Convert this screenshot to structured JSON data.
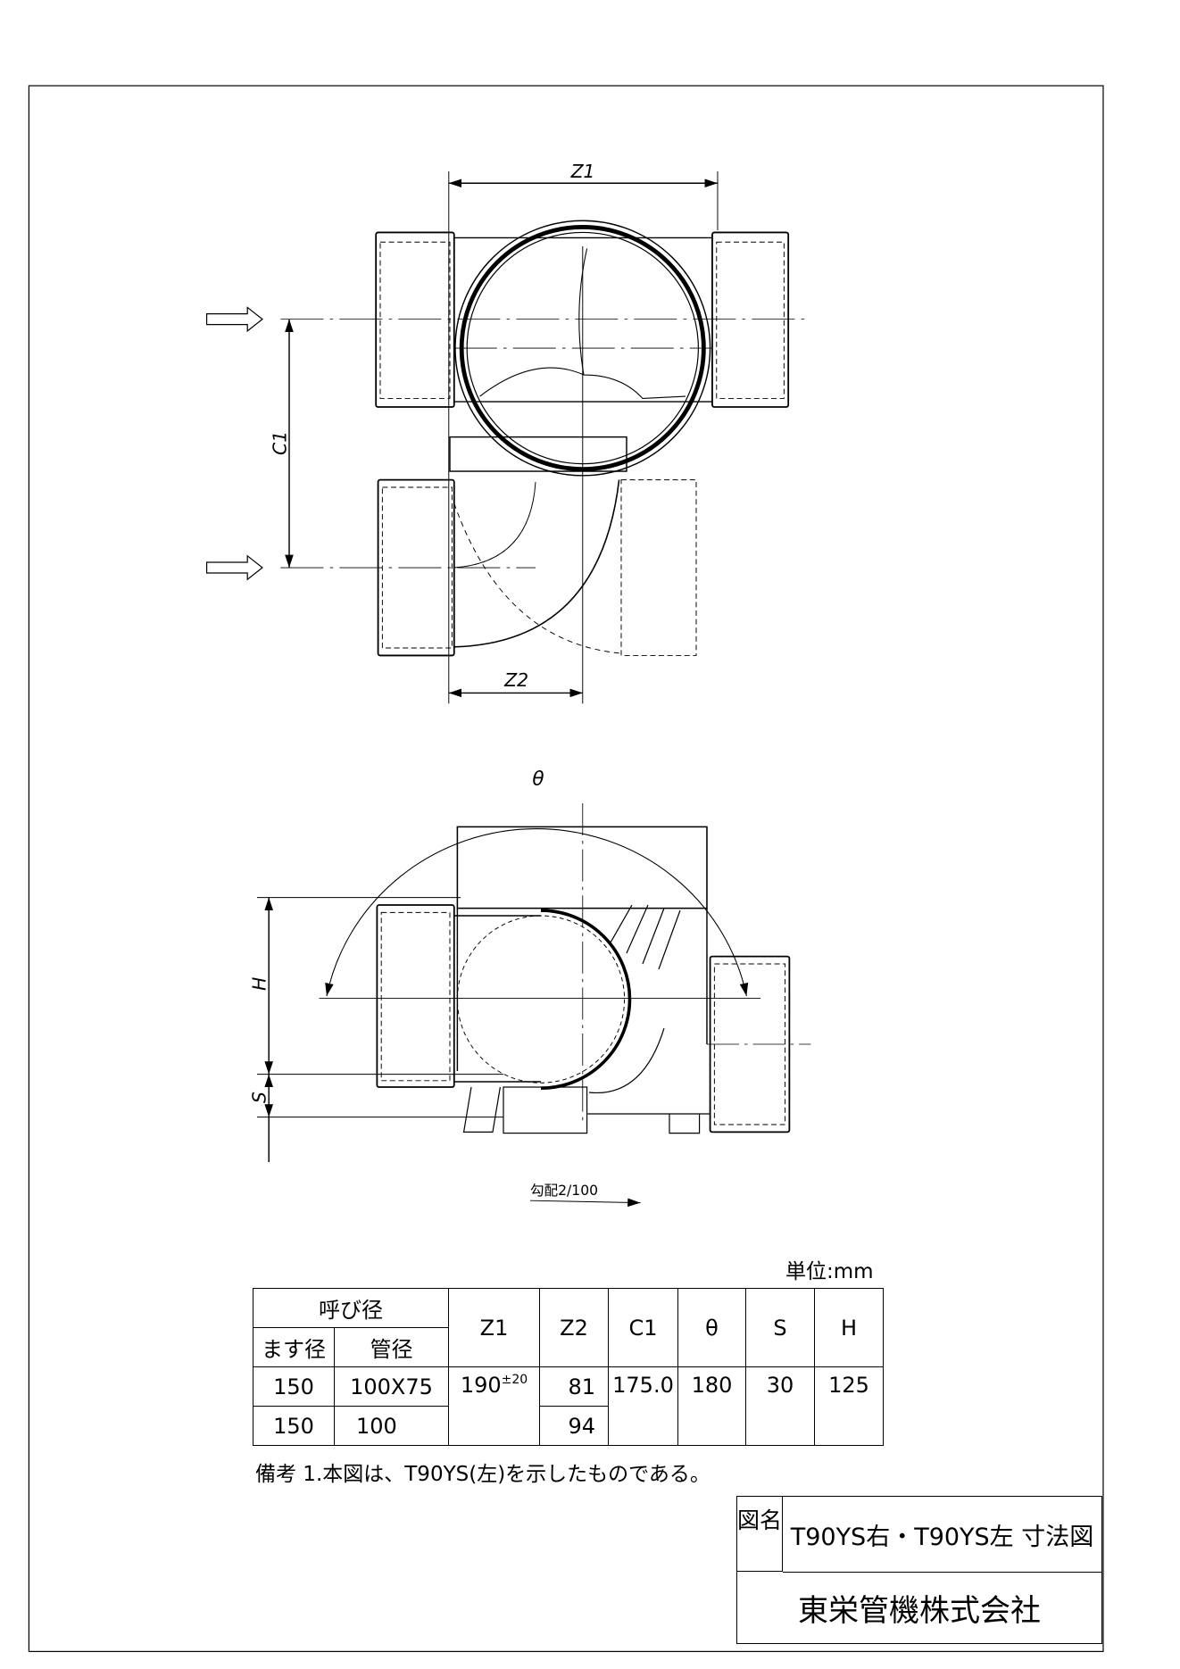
{
  "drawing": {
    "top_view": {
      "z1_label": "Z1",
      "z2_label": "Z2",
      "c1_label": "C1"
    },
    "side_view": {
      "theta_label": "θ",
      "h_label": "H",
      "s_label": "S",
      "slope_label": "勾配2/100"
    }
  },
  "table": {
    "unit": "単位:mm",
    "header": {
      "nominal": "呼び径",
      "basin_dia": "ます径",
      "pipe_dia": "管径",
      "z1": "Z1",
      "z2": "Z2",
      "c1": "C1",
      "theta": "θ",
      "s": "S",
      "h": "H"
    },
    "rows": [
      {
        "basin_dia": "150",
        "pipe_dia": "100X75",
        "z2": "81"
      },
      {
        "basin_dia": "150",
        "pipe_dia": "100",
        "z2": "94"
      }
    ],
    "shared": {
      "z1": "190",
      "z1_tol": "±20",
      "c1": "175.0",
      "theta": "180",
      "s": "30",
      "h": "125"
    },
    "note": "備考 1.本図は、T90YS(左)を示したものである。"
  },
  "title_block": {
    "label": "図名",
    "drawing_name": "T90YS右・T90YS左 寸法図",
    "company": "東栄管機株式会社"
  }
}
